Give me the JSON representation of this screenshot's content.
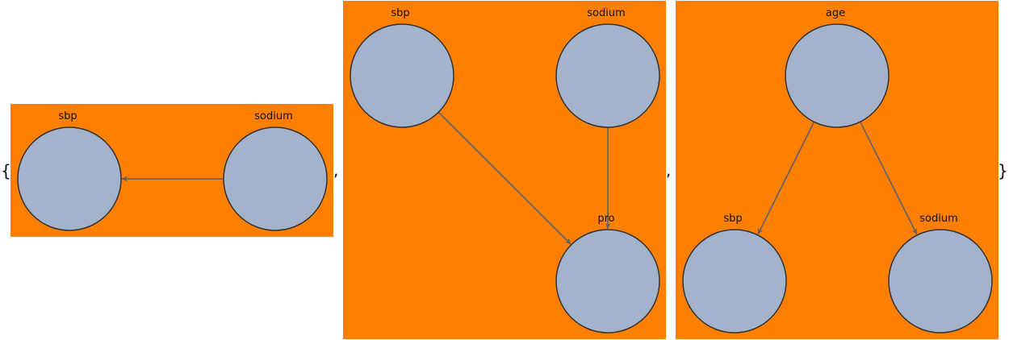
{
  "open_brace": "{",
  "close_brace": "}",
  "separator": ",",
  "graphs": [
    {
      "nodes": [
        "sbp",
        "sodium"
      ],
      "edges": [
        {
          "from": "sodium",
          "to": "sbp"
        }
      ]
    },
    {
      "nodes": [
        "sbp",
        "sodium",
        "pro"
      ],
      "edges": [
        {
          "from": "sbp",
          "to": "pro"
        },
        {
          "from": "sodium",
          "to": "pro"
        }
      ]
    },
    {
      "nodes": [
        "age",
        "sbp",
        "sodium"
      ],
      "edges": [
        {
          "from": "age",
          "to": "sbp"
        },
        {
          "from": "age",
          "to": "sodium"
        }
      ]
    }
  ],
  "colors": {
    "panel": "#ff7f00",
    "node": "#a3b3cc",
    "edge": "#5f5f66"
  }
}
